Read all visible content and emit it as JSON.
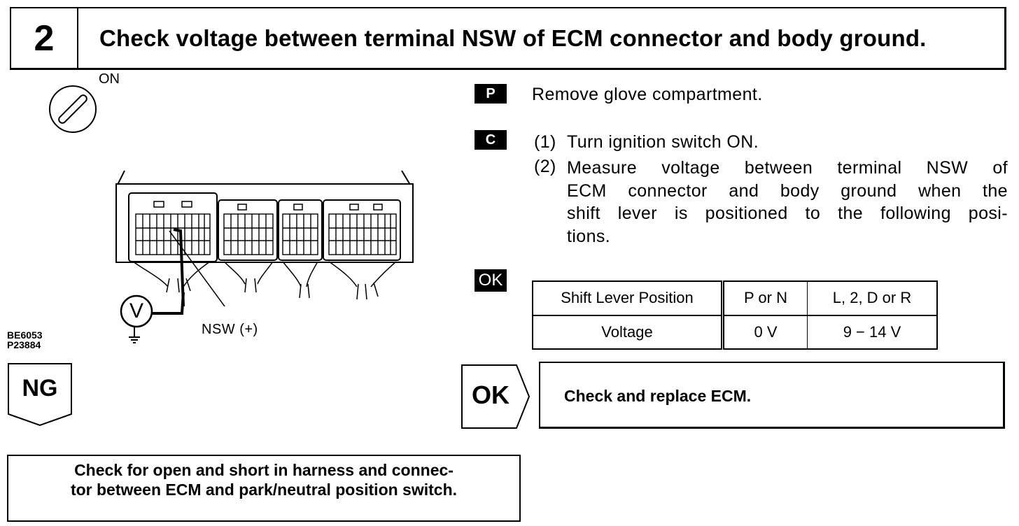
{
  "header": {
    "step_number": "2",
    "title": "Check voltage between terminal NSW of ECM connector and body ground."
  },
  "figure": {
    "ignition_label": "ON",
    "icons": [
      "ignition-key-icon",
      "voltmeter-icon",
      "ground-symbol-icon",
      "ecm-connector-drawing"
    ],
    "voltmeter_symbol": "V",
    "terminal_label": "NSW (+)",
    "figure_codes": [
      "BE6053",
      "P23884"
    ]
  },
  "steps": {
    "p": {
      "badge": "P",
      "text": "Remove glove compartment."
    },
    "c": {
      "badge": "C",
      "items": [
        {
          "num": "(1)",
          "lines": [
            "Turn ignition switch ON."
          ]
        },
        {
          "num": "(2)",
          "lines": [
            "Measure voltage between terminal NSW of",
            "ECM connector and body ground when the",
            "shift lever is positioned to the following posi-",
            "tions."
          ]
        }
      ]
    },
    "ok": {
      "badge": "OK"
    }
  },
  "table": {
    "headers": [
      "Shift Lever Position",
      "P or N",
      "L, 2, D or R"
    ],
    "row": [
      "Voltage",
      "0 V",
      "9 − 14 V"
    ]
  },
  "ng_result": {
    "label": "NG",
    "lines": [
      "Check for open and short in harness and connec-",
      "tor between ECM and park/neutral position switch."
    ]
  },
  "ok_result": {
    "label": "OK",
    "text": "Check and replace ECM."
  }
}
